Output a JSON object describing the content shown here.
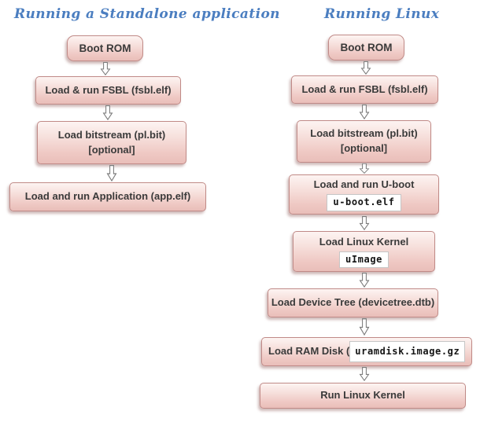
{
  "left_chart": {
    "title": "Running a Standalone application",
    "nodes": [
      {
        "label": "Boot ROM"
      },
      {
        "label": "Load & run FSBL (fsbl.elf)"
      },
      {
        "label": "Load bitstream (pl.bit)",
        "label2": "[optional]"
      },
      {
        "label": "Load and run Application (app.elf)"
      }
    ]
  },
  "right_chart": {
    "title": "Running  Linux",
    "nodes": [
      {
        "label": "Boot ROM"
      },
      {
        "label": "Load & run FSBL (fsbl.elf)"
      },
      {
        "label": "Load bitstream (pl.bit)",
        "label2": "[optional]"
      },
      {
        "label": "Load and run U-boot",
        "code": "u-boot.elf"
      },
      {
        "label": "Load Linux Kernel",
        "code": "uImage"
      },
      {
        "label": "Load Device Tree (devicetree.dtb)"
      },
      {
        "label": "Load RAM Disk (",
        "code": "uramdisk.image.gz"
      },
      {
        "label": "Run Linux Kernel"
      }
    ]
  },
  "colors": {
    "title_blue": "#4b7ec0",
    "box_border": "#c08a87",
    "box_fill_top": "#fdf4f2",
    "box_fill_bottom": "#e9beb9",
    "box_text": "#3a3a3a",
    "arrow_outline": "#7a7a7a",
    "arrow_fill": "#ffffff",
    "code_bg": "#ffffff"
  }
}
